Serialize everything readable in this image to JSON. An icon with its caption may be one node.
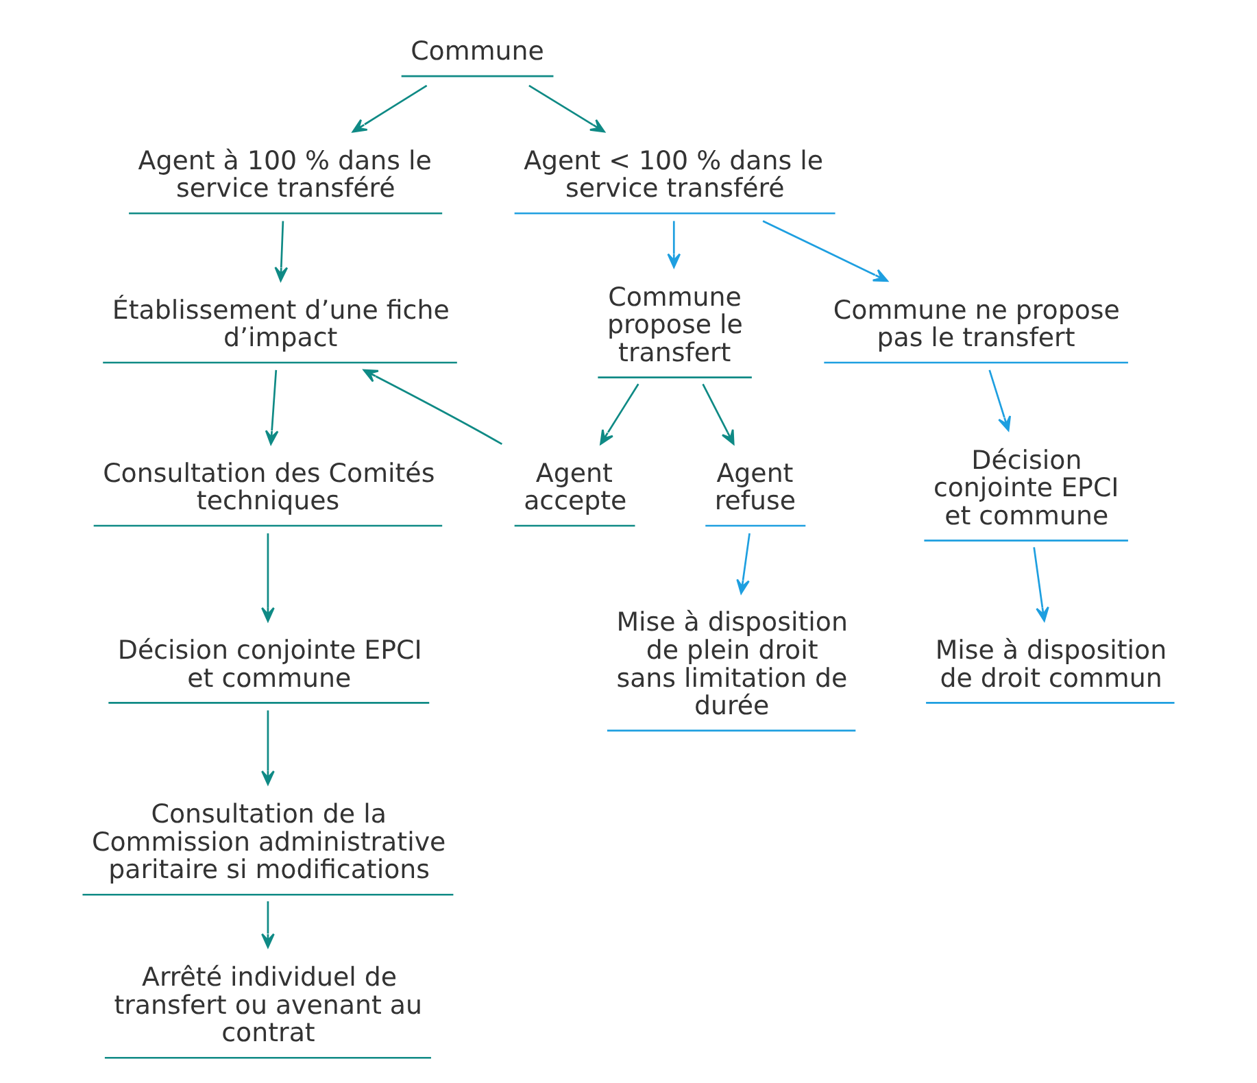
{
  "diagram": {
    "nodes": [
      {
        "text": [
          "Commune"
        ]
      },
      {
        "text": [
          "Agent à 100 % dans le service transféré"
        ]
      },
      {
        "text": [
          "Agent < 100 % dans le service transféré"
        ]
      },
      {
        "text": [
          "Établissement d’une fiche d’impact"
        ]
      },
      {
        "text": [
          "Consultation des Comités techniques"
        ]
      },
      {
        "text": [
          "Décision conjointe EPCI et commune"
        ]
      },
      {
        "text": [
          "Consultation de la Commission administrative paritaire si modifications"
        ]
      },
      {
        "text": [
          "Arrêté individuel de transfert ou avenant au contrat"
        ]
      },
      {
        "text": [
          "Commune propose le transfert"
        ]
      },
      {
        "text": [
          "Commune ne propose pas le transfert"
        ]
      },
      {
        "text": [
          "Agent accepte"
        ]
      },
      {
        "text": [
          "Agent refuse"
        ]
      },
      {
        "text": [
          "Mise à disposition de plein droit sans limitation de durée"
        ]
      },
      {
        "text": [
          "Décision conjointe EPCI et commune"
        ]
      },
      {
        "text": [
          "Mise à disposition de droit commun"
        ]
      }
    ],
    "edges": [
      {
        "from": 0,
        "to": 1,
        "arrow": "to"
      },
      {
        "from": 0,
        "to": 2,
        "arrow": "to"
      },
      {
        "from": 1,
        "to": 3,
        "arrow": "to"
      },
      {
        "from": 3,
        "to": 4,
        "arrow": "to"
      },
      {
        "from": 4,
        "to": 5,
        "arrow": "to"
      },
      {
        "from": 5,
        "to": 6,
        "arrow": "to"
      },
      {
        "from": 6,
        "to": 7,
        "arrow": "to"
      },
      {
        "from": 2,
        "to": 8,
        "arrow": "to",
        "color": "#1e9fe0"
      },
      {
        "from": 2,
        "to": 9,
        "arrow": "to",
        "color": "#1e9fe0"
      },
      {
        "from": 8,
        "to": 10,
        "arrow": "to"
      },
      {
        "from": 8,
        "to": 11,
        "arrow": "to"
      },
      {
        "from": 10,
        "to": 3,
        "arrow": "to"
      },
      {
        "from": 11,
        "to": 12,
        "arrow": "to",
        "color": "#1e9fe0"
      },
      {
        "from": 9,
        "to": 13,
        "arrow": "to",
        "color": "#1e9fe0"
      },
      {
        "from": 13,
        "to": 14,
        "arrow": "to",
        "color": "#1e9fe0"
      }
    ]
  }
}
